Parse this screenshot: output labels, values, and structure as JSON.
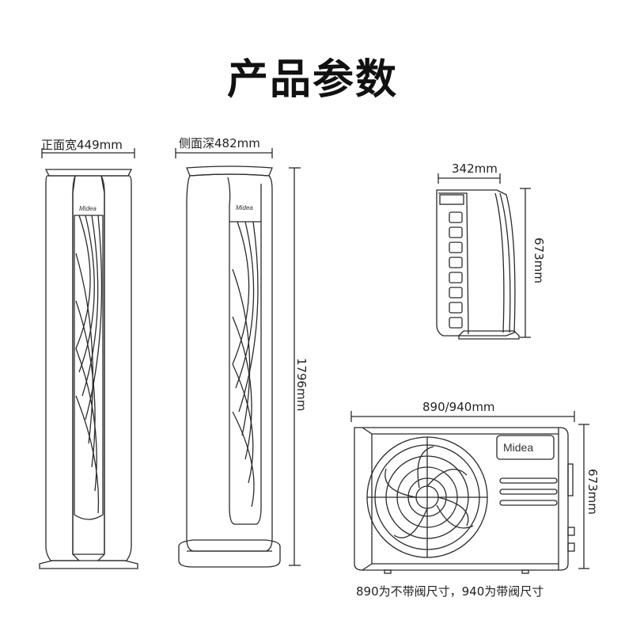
{
  "page": {
    "title": "产品参数"
  },
  "indoor_unit": {
    "front_width_label": "正面宽449mm",
    "side_depth_label": "侧面深482mm",
    "height_label": "1796mm",
    "front_logo": "Midea",
    "side_logo": "Midea"
  },
  "outdoor_unit": {
    "side_depth_label": "342mm",
    "side_height_label": "673mm",
    "front_width_label": "890/940mm",
    "front_height_label": "673mm",
    "logo": "Midea",
    "footnote": "890为不带阀尺寸，940为带阀尺寸"
  },
  "colors": {
    "line": "#2a2a2a",
    "text": "#222222"
  }
}
